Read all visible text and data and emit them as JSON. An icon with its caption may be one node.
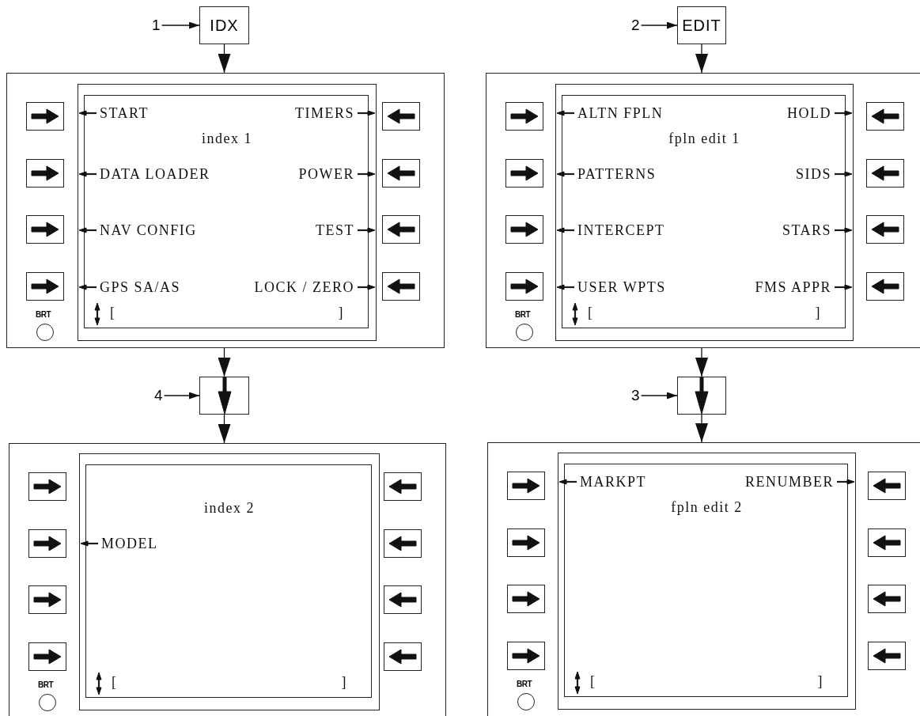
{
  "diagram": {
    "nodes": [
      {
        "text": [
          "1"
        ]
      },
      {
        "text": [
          "IDX"
        ]
      },
      {
        "text": [
          "2"
        ]
      },
      {
        "text": [
          "EDIT"
        ]
      },
      {
        "text": [
          "BRT"
        ]
      },
      {
        "text": [
          "START",
          "TIMERS",
          "index 1",
          "DATA LOADER",
          "POWER",
          "NAV CONFIG",
          "TEST",
          "GPS SA/AS",
          "LOCK / ZERO",
          "[",
          "]"
        ],
        "in": 4
      },
      {
        "text": [
          "BRT"
        ]
      },
      {
        "text": [
          "ALTN FPLN",
          "HOLD",
          "fpln edit 1",
          "PATTERNS",
          "SIDS",
          "INTERCEPT",
          "STARS",
          "USER WPTS",
          "FMS APPR",
          "[",
          "]"
        ],
        "in": 6
      },
      {
        "text": [
          "4"
        ]
      },
      {
        "text": [],
        "shape": "box"
      },
      {
        "text": [
          "3"
        ]
      },
      {
        "text": [],
        "shape": "box"
      },
      {
        "text": [
          "BRT"
        ]
      },
      {
        "text": [
          "index 2",
          "MODEL",
          "[",
          "]"
        ],
        "in": 12
      },
      {
        "text": [
          "BRT"
        ]
      },
      {
        "text": [
          "MARKPT",
          "RENUMBER",
          "fpln edit 2",
          "[",
          "]"
        ],
        "in": 14
      }
    ],
    "edges": [
      {
        "from": 0,
        "to": 1,
        "arrow": "to"
      },
      {
        "from": 2,
        "to": 3,
        "arrow": "to"
      },
      {
        "from": 1,
        "to": 4,
        "arrow": "to"
      },
      {
        "from": 3,
        "to": 6,
        "arrow": "to"
      },
      {
        "from": 4,
        "to": 9,
        "arrow": "to"
      },
      {
        "from": 8,
        "to": 9,
        "arrow": "to"
      },
      {
        "from": 9,
        "to": 12,
        "arrow": "to"
      },
      {
        "from": 6,
        "to": 11,
        "arrow": "to"
      },
      {
        "from": 10,
        "to": 11,
        "arrow": "to"
      },
      {
        "from": 11,
        "to": 14,
        "arrow": "to"
      }
    ]
  }
}
